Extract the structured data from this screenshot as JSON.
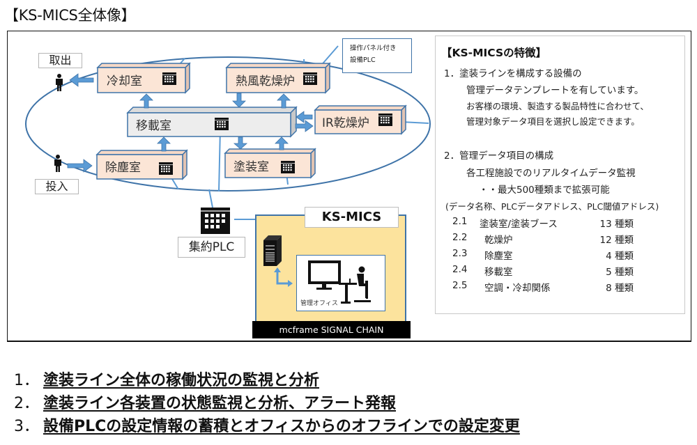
{
  "title": "【KS-MICS全体像】",
  "diagram": {
    "exit_label": "取出",
    "entry_label": "投入",
    "rooms": {
      "cooling": "冷却室",
      "hot_air_oven": "熱風乾燥炉",
      "transfer": "移載室",
      "ir_oven": "IR乾燥炉",
      "dust_removal": "除塵室",
      "painting": "塗装室"
    },
    "plc_note_lines": [
      "操作パネル付き",
      "設備PLC"
    ],
    "aggregate_plc_label": "集約PLC",
    "ksmics_label": "KS-MICS",
    "office_label": "管理オフィス",
    "chain_label": "mcframe SIGNAL CHAIN",
    "colors": {
      "room_fill": "#fbe5d6",
      "transfer_fill": "#ededed",
      "line_blue": "#3e73a8",
      "arrow_blue": "#5b9bd5",
      "ksmics_fill": "#fce39d"
    }
  },
  "features": {
    "title": "【KS-MICSの特徴】",
    "point1": {
      "heading": "1．塗装ラインを構成する設備の",
      "line2": "管理データテンプレートを有しています。",
      "line3": "お客様の環境、製造する製品特性に合わせて、",
      "line4": "管理対象データ項目を選択し設定できます。"
    },
    "point2": {
      "heading": "2．管理データ項目の構成",
      "line2": "各工程施設でのリアルタイムデータ監視",
      "line3": "・・最大500種類まで拡張可能",
      "line4": "(データ名称、PLCデータアドレス、PLC閾値アドレス)"
    },
    "items": [
      {
        "no": "2.1",
        "name": "塗装室/塗装ブース",
        "count": "13 種類"
      },
      {
        "no": "2.2",
        "name": "乾燥炉",
        "count": "12 種類"
      },
      {
        "no": "2.3",
        "name": "除塵室",
        "count": "4 種類"
      },
      {
        "no": "2.4",
        "name": "移載室",
        "count": "5 種類"
      },
      {
        "no": "2.5",
        "name": "空調・冷却関係",
        "count": "8 種類"
      }
    ]
  },
  "summary": [
    {
      "no": "1．",
      "text": "塗装ライン全体の稼働状況の監視と分析"
    },
    {
      "no": "2．",
      "text": "塗装ライン各装置の状態監視と分析、アラート発報"
    },
    {
      "no": "3．",
      "text": "設備PLCの設定情報の蓄積とオフィスからのオフラインでの設定変更"
    }
  ]
}
